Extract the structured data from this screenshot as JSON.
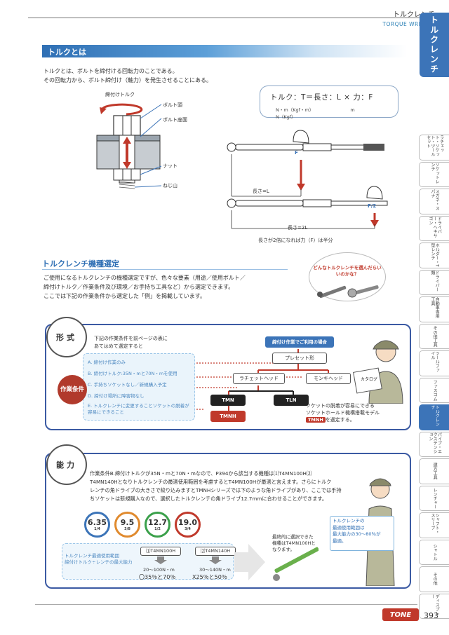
{
  "header": {
    "title": "トルクレンチ",
    "subtitle": "TORQUE WRENCH",
    "side_title": "トルクレンチ"
  },
  "side_tabs": [
    {
      "label": "ラチェット・ソケット・ツールセット",
      "active": false
    },
    {
      "label": "ソケットレンチ",
      "active": false
    },
    {
      "label": "メガネ・スパナ",
      "active": false
    },
    {
      "label": "ドライバー・ヘキサゴン",
      "active": false
    },
    {
      "label": "ホルダー・T型レンチ",
      "active": false
    },
    {
      "label": "ドライバー類",
      "active": false
    },
    {
      "label": "自動車専用工具",
      "active": false
    },
    {
      "label": "その他工具",
      "active": false
    },
    {
      "label": "ツールファイル",
      "active": false
    },
    {
      "label": "ファスコム",
      "active": false
    },
    {
      "label": "トルクレンチ",
      "active": true
    },
    {
      "label": "パイプ・エクステンション",
      "active": false
    },
    {
      "label": "建方工具",
      "active": false
    },
    {
      "label": "レンチャー",
      "active": false
    },
    {
      "label": "シャフト・スリーブ",
      "active": false
    },
    {
      "label": "シャトル",
      "active": false
    },
    {
      "label": "その他",
      "active": false
    },
    {
      "label": "ディスプレー",
      "active": false
    }
  ],
  "section1": {
    "title": "トルクとは",
    "para_line1": "トルクとは、ボルトを締付ける回転力のことである。",
    "para_line2": "その回転力から、ボルト締付け（軸力）を発生させることにある。",
    "diagram_labels": {
      "torque": "締付けトルク",
      "bolt_head": "ボルト頭",
      "bolt_seat": "ボルト座面",
      "nut": "ナット",
      "thread": "ねじ山"
    },
    "formula_line1": "トルク：T＝長さ：L × 力：F",
    "formula_units": [
      "N・m（Kgf・m）",
      "m",
      "N（Kgf）"
    ],
    "length_L": "長さ=L",
    "length_2L": "長さ=2L",
    "force_F": "F",
    "force_F2": "F/2",
    "conclusion": "長さが2倍になれば力（F）は半分"
  },
  "section2": {
    "title": "トルクレンチ機種選定",
    "para_line1": "ご使用になるトルクレンチの機種選定ですが、色々な要素（用途／使用ボルト／",
    "para_line2": "締付けトルク／作業条件及び環境／お手持ち工具など）から選定できます。",
    "para_line3": "ここでは下記の作業条件から選定した「例」を掲載しています。",
    "bubble": "どんなトルクレンチを選んだらいいのかな？"
  },
  "keishiki": {
    "label": "形式",
    "intro_line1": "下記の作業条件を前ページの表に",
    "intro_line2": "あてはめて選定すると",
    "conditions_badge": "作業条件",
    "conditions": [
      "A. 締付け作業のみ",
      "B. 締付けトルク:35N・mと70N・mを使用",
      "C. 手持ちソケットなし／新規購入予定",
      "D. 締付け場所に障害物なし",
      "E. トルクレンチに変更することソケットの脱着が容易にできること"
    ],
    "flow_top": "締付け作業でご利用の場合",
    "node_preset": "プレセット形",
    "node_ratchet": "ラチェットヘッド",
    "node_monkey": "モンキヘッド",
    "node_tmn": "TMN",
    "node_tln": "TLN",
    "node_tmnh": "TMNH",
    "note_line1": "ソケットの脱着が容易にできる",
    "note_line2": "ソケットホールド機構搭載モデル",
    "note_line3": "を選定する。",
    "catalog": "カタログ"
  },
  "nouryoku": {
    "label": "能力",
    "para_line1": "作業条件B.締付けトルクが35N・mと70N・mなので、P394から該当する機種は⑴T4MN100H⑵",
    "para_line2": "T4MN140Hとなりトルクレンチの最適使用範囲を考慮するとT4MN100Hが最適と言えます。さらにトルク",
    "para_line3": "レンチの角ドライブの大きさで絞り込みますとTMNHシリーズでは下のような角ドライブがあり、ここでは手持",
    "para_line4": "ちソケットは新規購入なので、選択したトルクレンチの角ドライブ12.7mmに合わせることができます。",
    "drives": [
      {
        "size": "6.35",
        "sub": "1/4",
        "color": "#3c74b8"
      },
      {
        "size": "9.5",
        "sub": "3/8",
        "color": "#e08a2e"
      },
      {
        "size": "12.7",
        "sub": "1/2",
        "color": "#3aa04a"
      },
      {
        "size": "19.0",
        "sub": "3/4",
        "color": "#c0392b"
      }
    ],
    "range_label_line1": "トルクレンチ最適使用範囲",
    "range_label_line2": "締付けトルク÷レンチの最大能力",
    "model1": "⑴T4MN100H",
    "model2": "⑵T4MN140H",
    "range1": "20〜100N・m",
    "range2": "30〜140N・m",
    "result1": "〇35％と70％",
    "result2": "X25％と50％",
    "final_line1": "最終的に選択できた",
    "final_line2": "機種はT4MN100Hと",
    "final_line3": "なります。",
    "final_model": "T4MN100H",
    "best_line1": "トルクレンチの",
    "best_line2": "最適使用範囲は",
    "best_line3": "最大能力の30〜80％が",
    "best_line4": "最適。"
  },
  "footer": {
    "logo": "TONE",
    "page": "393"
  }
}
